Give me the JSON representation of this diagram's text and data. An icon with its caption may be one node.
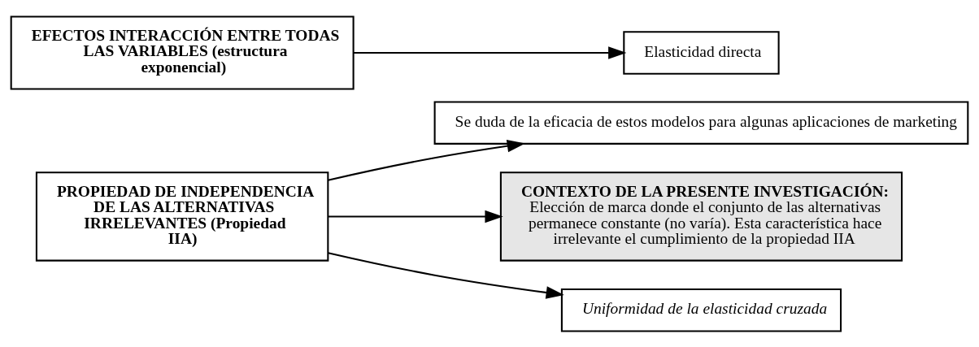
{
  "diagram": {
    "nodes": [
      {
        "text": [
          "PROPIEDAD DE INDEPENDENCIA DE LAS ALTERNATIVAS IRRELEVANTES (Propiedad IIA)"
        ]
      },
      {
        "text": [
          "Se duda de la eficacia de estos modelos para algunas aplicaciones de marketing"
        ]
      },
      {
        "text": [
          "CONTEXTO DE LA PRESENTE INVESTIGACIÓN:",
          "Elección de marca donde el conjunto de las alternativas permanece constante (no varía). Esta característica hace irrelevante el cumplimiento de la propiedad IIA"
        ]
      },
      {
        "text": [
          "Uniformidad de la elasticidad cruzada"
        ]
      },
      {
        "text": [
          "EFECTOS INTERACCIÓN ENTRE TODAS LAS VARIABLES (estructura exponencial)"
        ]
      },
      {
        "text": [
          "Elasticidad directa"
        ]
      }
    ],
    "edges": [
      {
        "from": 0,
        "to": 1,
        "arrow": "to"
      },
      {
        "from": 0,
        "to": 2,
        "arrow": "to"
      },
      {
        "from": 0,
        "to": 3,
        "arrow": "to"
      },
      {
        "from": 4,
        "to": 5,
        "arrow": "to"
      }
    ]
  }
}
